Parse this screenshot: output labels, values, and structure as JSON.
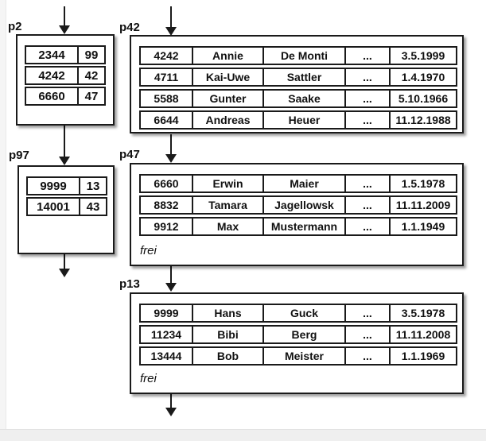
{
  "diagram": {
    "kind": "b-tree-index-and-data-pages",
    "colors": {
      "line": "#1a1a1a",
      "page_bg": "#ffffff",
      "margin_bg": "#efefef"
    },
    "free_space_label": "frei",
    "index_pages": [
      {
        "label": "p2",
        "entries": [
          [
            "2344",
            "99"
          ],
          [
            "4242",
            "42"
          ],
          [
            "6660",
            "47"
          ]
        ]
      },
      {
        "label": "p97",
        "entries": [
          [
            "9999",
            "13"
          ],
          [
            "14001",
            "43"
          ]
        ]
      }
    ],
    "data_pages": [
      {
        "label": "p42",
        "rows": [
          [
            "4242",
            "Annie",
            "De Monti",
            "...",
            "3.5.1999"
          ],
          [
            "4711",
            "Kai-Uwe",
            "Sattler",
            "...",
            "1.4.1970"
          ],
          [
            "5588",
            "Gunter",
            "Saake",
            "...",
            "5.10.1966"
          ],
          [
            "6644",
            "Andreas",
            "Heuer",
            "...",
            "11.12.1988"
          ]
        ],
        "free": ""
      },
      {
        "label": "p47",
        "rows": [
          [
            "6660",
            "Erwin",
            "Maier",
            "...",
            "1.5.1978"
          ],
          [
            "8832",
            "Tamara",
            "Jagellowsk",
            "...",
            "11.11.2009"
          ],
          [
            "9912",
            "Max",
            "Mustermann",
            "...",
            "1.1.1949"
          ]
        ],
        "free": "frei"
      },
      {
        "label": "p13",
        "rows": [
          [
            "9999",
            "Hans",
            "Guck",
            "...",
            "3.5.1978"
          ],
          [
            "11234",
            "Bibi",
            "Berg",
            "...",
            "11.11.2008"
          ],
          [
            "13444",
            "Bob",
            "Meister",
            "...",
            "1.1.1969"
          ]
        ],
        "free": "frei"
      }
    ]
  }
}
